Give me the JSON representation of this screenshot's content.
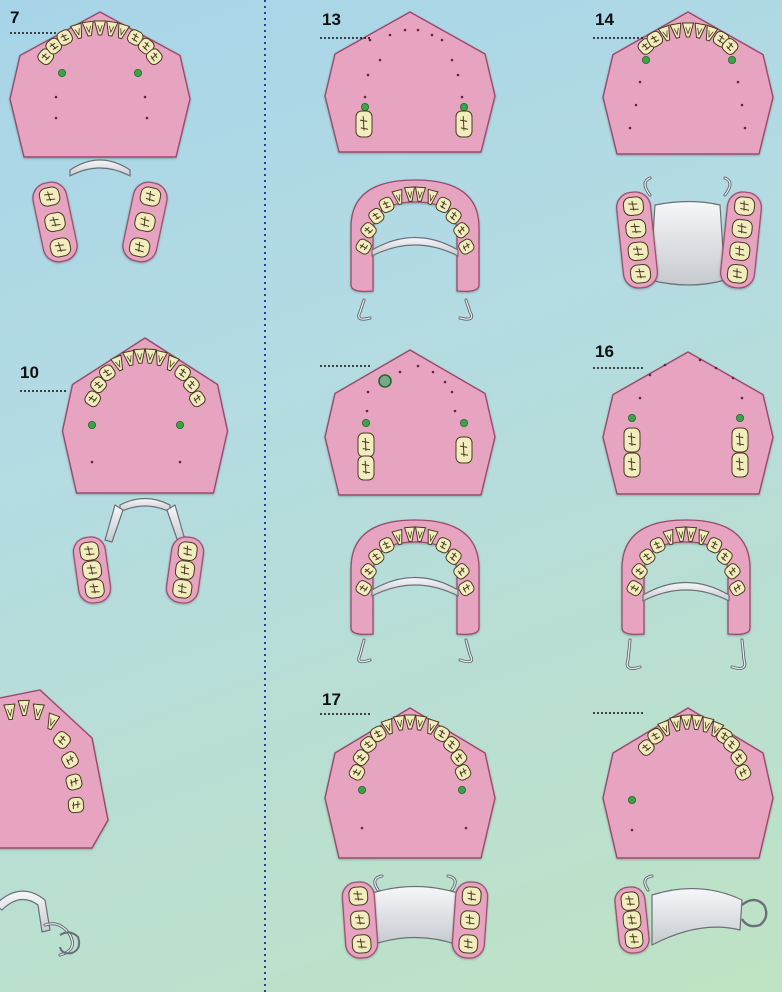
{
  "figure_labels": {
    "case_7": "7",
    "case_10": "10",
    "case_13": "13",
    "case_14": "14",
    "case_16": "16",
    "case_17": "17"
  },
  "colors": {
    "background_top": "#a7d4e8",
    "background_bottom": "#bfe3c4",
    "gum_pink": "#e7a4c0",
    "gum_outline": "#9a4a6a",
    "tooth_cream": "#f2edbe",
    "tooth_outline": "#4a3a20",
    "rest_green": "#3fa24a",
    "metal_frame": "#dcdfe3",
    "divider_blue": "#2a3fa0"
  },
  "icons": {
    "maxillary_arch": "upper-jaw-cast",
    "mandibular_arch": "lower-jaw-cast",
    "partial_denture": "removable-partial-denture"
  }
}
